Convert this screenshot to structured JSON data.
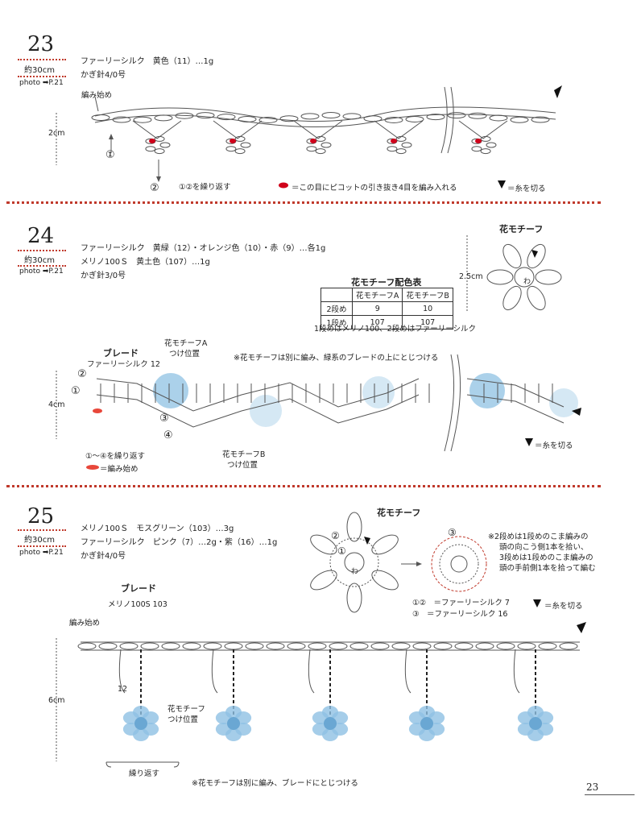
{
  "sections": [
    {
      "number": "23",
      "length": "約30cm",
      "photo": "photo ➡P.21",
      "materials": [
        "ファーリーシルク　黄色（11）…1g",
        "かぎ針4/0号"
      ],
      "start_label": "編み始め",
      "height_label": "2cm",
      "marker1": "①",
      "marker2": "②",
      "repeat_note": "①②を繰り返す",
      "legend_red": "＝この目にピコットの引き抜き4目を編み入れる",
      "legend_cut": "＝糸を切る"
    },
    {
      "number": "24",
      "length": "約30cm",
      "photo": "photo ➡P.21",
      "materials": [
        "ファーリーシルク　黄緑（12）・オレンジ色（10）・赤（9）…各1g",
        "メリノ100Ｓ　黄土色（107）…1g",
        "かぎ針3/0号"
      ],
      "motif_title": "花モチーフ",
      "motif_size": "2.5cm",
      "ring_label": "わ",
      "color_table": {
        "title": "花モチーフ配色表",
        "headers": [
          "",
          "花モチーフA",
          "花モチーフB"
        ],
        "rows": [
          [
            "2段め",
            "9",
            "10"
          ],
          [
            "1段め",
            "107",
            "107"
          ]
        ],
        "note": "1段めはメリノ100、2段めはファーリーシルク"
      },
      "braid_title": "ブレード",
      "braid_yarn": "ファーリーシルク 12",
      "motif_a_label_1": "花モチーフA",
      "motif_a_label_2": "つけ位置",
      "attach_note": "※花モチーフは別に編み、緑系のブレードの上にとじつける",
      "height_label": "4cm",
      "markers": [
        "①",
        "②",
        "③",
        "④"
      ],
      "repeat_note": "①～④を繰り返す",
      "start_note": "＝編み始め",
      "motif_b_label_1": "花モチーフB",
      "motif_b_label_2": "つけ位置",
      "legend_cut": "＝糸を切る"
    },
    {
      "number": "25",
      "length": "約30cm",
      "photo": "photo ➡P.21",
      "materials": [
        "メリノ100Ｓ　モスグリーン（103）…3g",
        "ファーリーシルク　ピンク（7）…2g・紫（16）…1g",
        "かぎ針4/0号"
      ],
      "motif_title": "花モチーフ",
      "ring_label": "わ",
      "motif_note": [
        "※2段めは1段めのこま編みの",
        "頭の向こう側1本を拾い、",
        "3段めは1段めのこま編みの",
        "頭の手前側1本を拾って編む"
      ],
      "yarn_rows": [
        "①②　＝ファーリーシルク 7",
        "③　＝ファーリーシルク 16"
      ],
      "legend_cut": "＝糸を切る",
      "braid_title": "ブレード",
      "braid_yarn": "メリノ100S 103",
      "start_label": "編み始め",
      "count_label": "12",
      "attach_label_1": "花モチーフ",
      "attach_label_2": "つけ位置",
      "height_label": "6cm",
      "repeat_label": "繰り返す",
      "attach_note": "※花モチーフは別に編み、ブレードにとじつける",
      "markers": [
        "①",
        "②",
        "③"
      ]
    }
  ],
  "page_number": "23",
  "colors": {
    "accent": "#c0392b",
    "motif_blue": "#8fc1e3",
    "red_dot": "#d0021b"
  }
}
